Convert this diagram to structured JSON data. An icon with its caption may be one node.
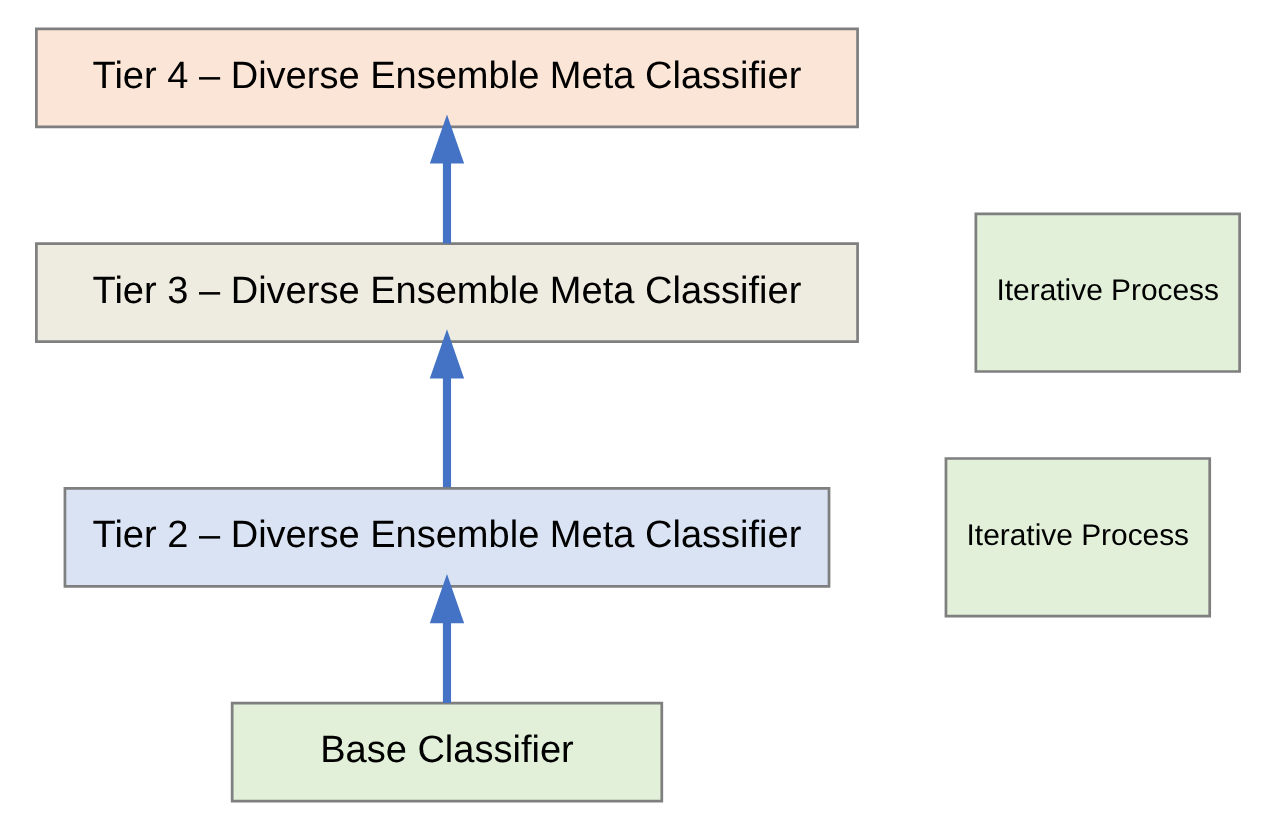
{
  "diagram": {
    "nodes": [
      {
        "text": [
          "Tier 4 – Diverse Ensemble Meta Classifier"
        ]
      },
      {
        "text": [
          "Tier 3 – Diverse Ensemble Meta Classifier"
        ]
      },
      {
        "text": [
          "Tier 2 – Diverse Ensemble Meta Classifier"
        ]
      },
      {
        "text": [
          "Base Classifier"
        ]
      },
      {
        "text": [
          "Iterative Process"
        ]
      },
      {
        "text": [
          "Iterative Process"
        ]
      }
    ],
    "edges": [
      {
        "from": 3,
        "to": 2,
        "arrow": "to"
      },
      {
        "from": 2,
        "to": 1,
        "arrow": "to"
      },
      {
        "from": 1,
        "to": 0,
        "arrow": "to"
      }
    ]
  }
}
